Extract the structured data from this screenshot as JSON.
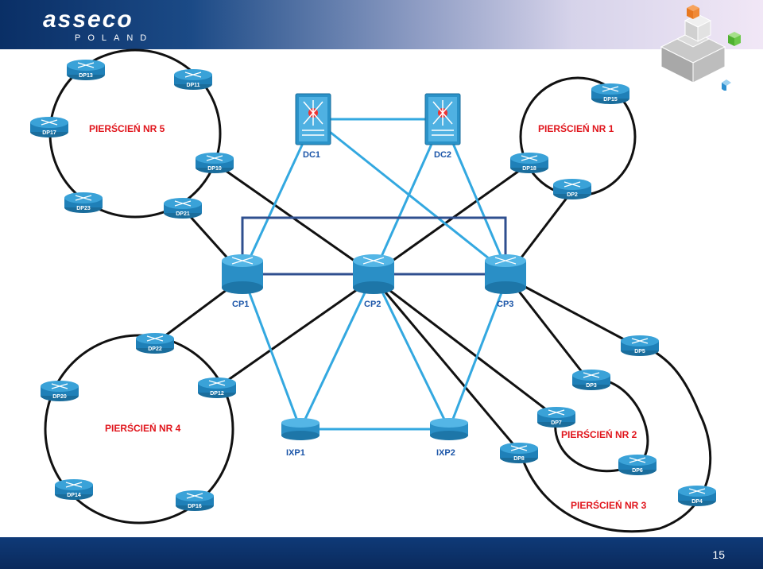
{
  "header": {
    "logo_text": "asseco",
    "logo_subtext": "POLAND"
  },
  "footer": {
    "page_number": "15"
  },
  "colors": {
    "link_blue": "#33a8e0",
    "link_black": "#111111",
    "link_dark_blue": "#2f4f8f",
    "ring_label": "#e0141b",
    "device_label": "#1b55a8"
  },
  "rings": {
    "r1": "PIERŚCIEŃ NR 1",
    "r2": "PIERŚCIEŃ NR 2",
    "r3": "PIERŚCIEŃ NR 3",
    "r4": "PIERŚCIEŃ NR 4",
    "r5": "PIERŚCIEŃ NR 5"
  },
  "core": {
    "dc1": "DC1",
    "dc2": "DC2",
    "cp1": "CP1",
    "cp2": "CP2",
    "cp3": "CP3",
    "ixp1": "IXP1",
    "ixp2": "IXP2"
  },
  "dp": {
    "dp13": "DP13",
    "dp11": "DP11",
    "dp17": "DP17",
    "dp10": "DP10",
    "dp23": "DP23",
    "dp21": "DP21",
    "dp15": "DP15",
    "dp18": "DP18",
    "dp2": "DP2",
    "dp22": "DP22",
    "dp20": "DP20",
    "dp12": "DP12",
    "dp14": "DP14",
    "dp16": "DP16",
    "dp5": "DP5",
    "dp3": "DP3",
    "dp7": "DP7",
    "dp6": "DP6",
    "dp8": "DP8",
    "dp4": "DP4"
  }
}
